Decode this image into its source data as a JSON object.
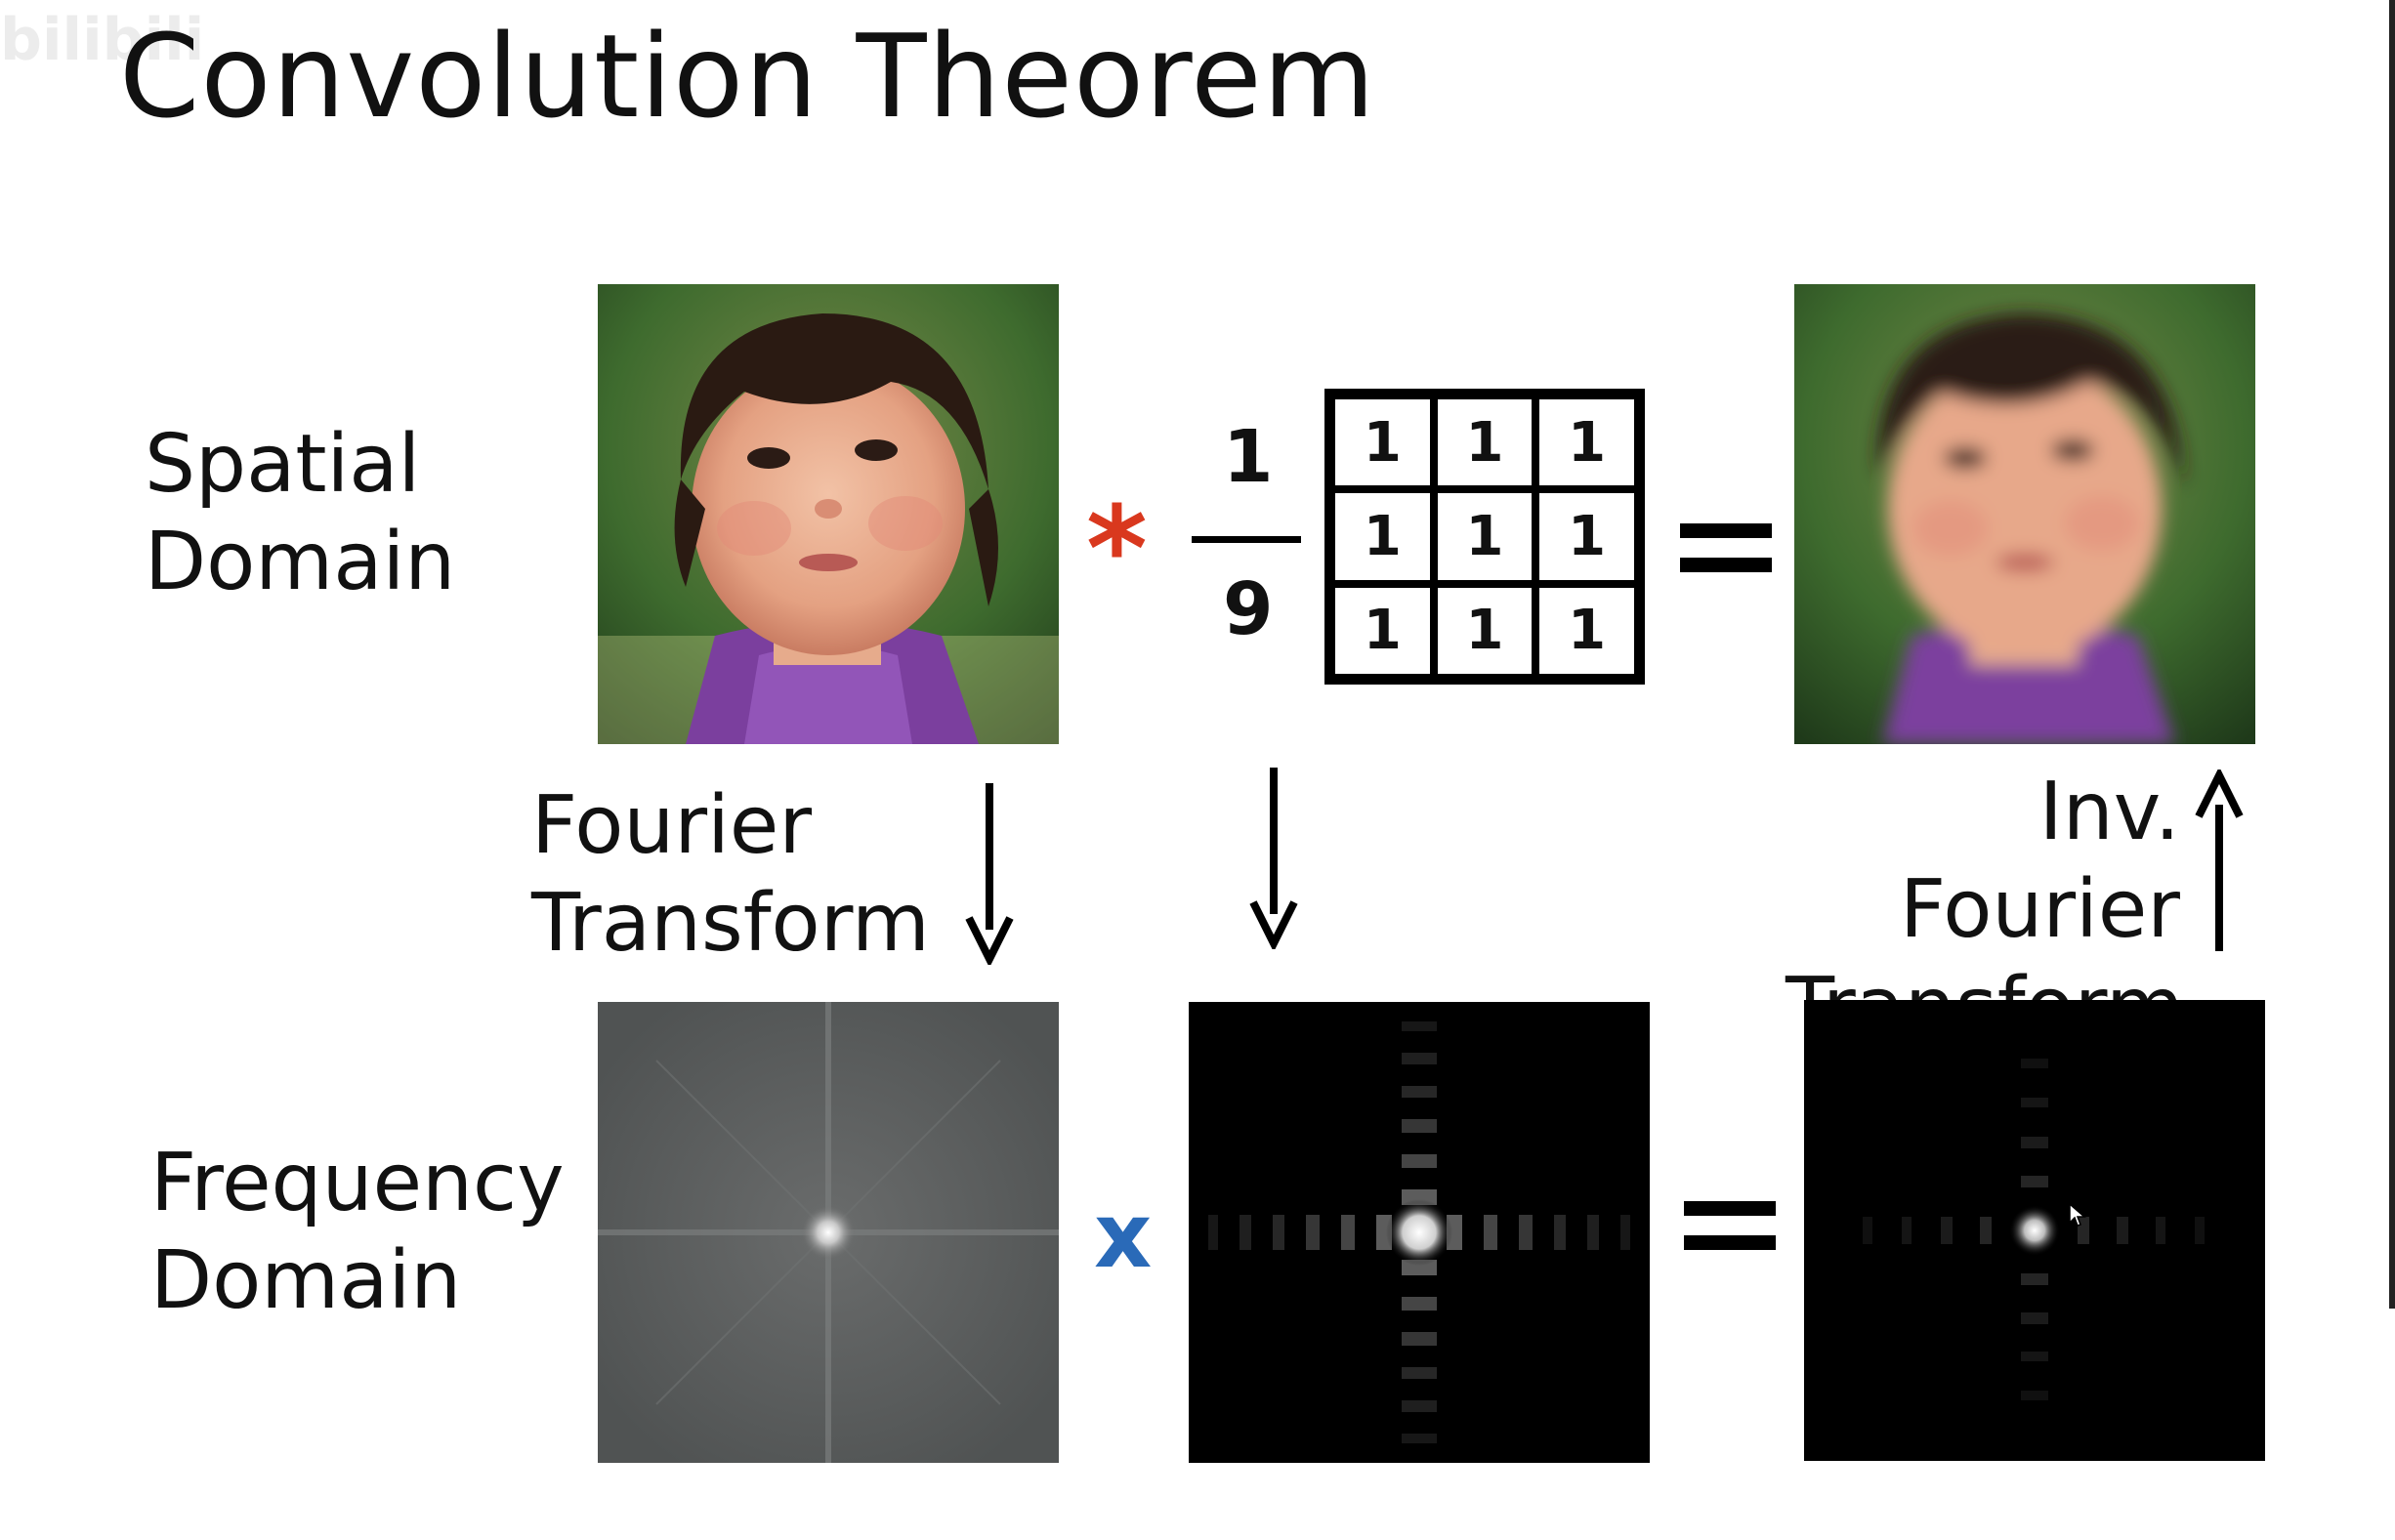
{
  "title": "Convolution Theorem",
  "watermark": "bilibili",
  "labels": {
    "spatial_line1": "Spatial",
    "spatial_line2": "Domain",
    "frequency_line1": "Frequency",
    "frequency_line2": "Domain",
    "fourier_line1": "Fourier",
    "fourier_line2": "Transform",
    "inv_line1": "Inv. Fourier",
    "inv_line2": "Transform"
  },
  "operators": {
    "convolve": "*",
    "multiply": "x",
    "equals_top": "=",
    "equals_bottom": "="
  },
  "fraction": {
    "numerator": "1",
    "denominator": "9"
  },
  "kernel": [
    [
      "1",
      "1",
      "1"
    ],
    [
      "1",
      "1",
      "1"
    ],
    [
      "1",
      "1",
      "1"
    ]
  ],
  "colors": {
    "convolve_star": "#d9381e",
    "multiply_x": "#2a6ab8",
    "text": "#111111"
  },
  "icons": {
    "arrow_down_left": "arrow-down-icon",
    "arrow_down_middle": "arrow-down-icon",
    "arrow_up_right": "arrow-up-icon",
    "cursor": "mouse-cursor-icon"
  }
}
